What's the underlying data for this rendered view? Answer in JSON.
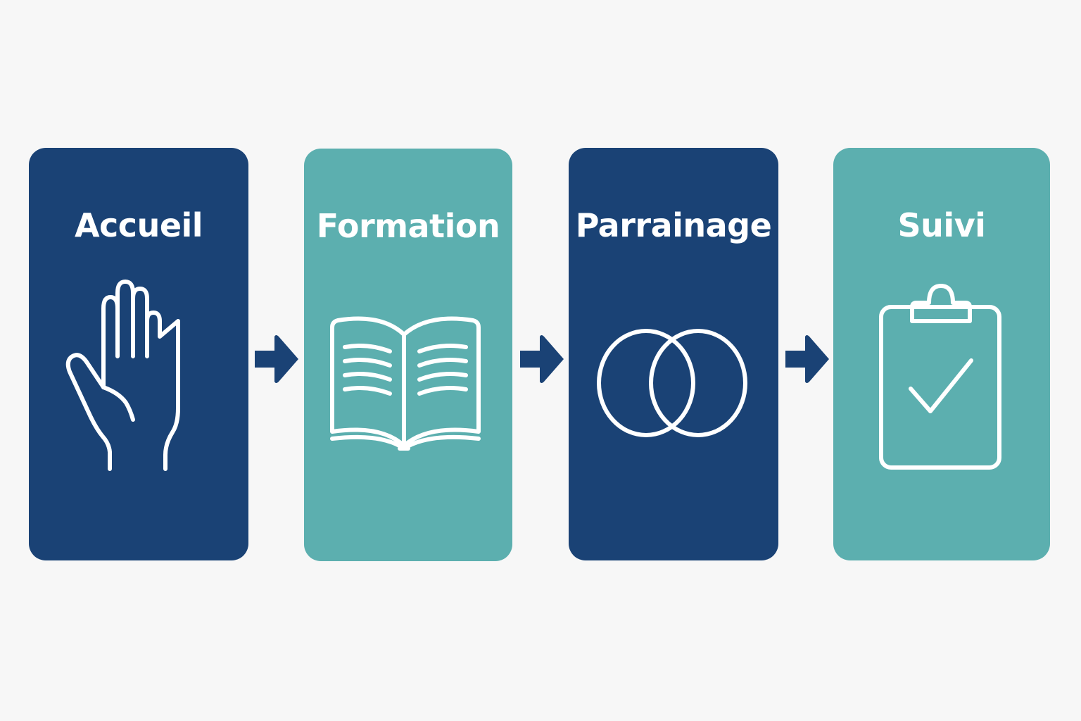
{
  "steps": [
    {
      "label": "Accueil",
      "icon": "raised-hand-icon",
      "color": "#1a4275"
    },
    {
      "label": "Formation",
      "icon": "open-book-icon",
      "color": "#5cafaf"
    },
    {
      "label": "Parrainage",
      "icon": "interlocking-rings-icon",
      "color": "#1a4275"
    },
    {
      "label": "Suivi",
      "icon": "clipboard-check-icon",
      "color": "#5cafaf"
    }
  ],
  "colors": {
    "background": "#f7f7f7",
    "primary": "#1a4275",
    "secondary": "#5cafaf",
    "icon_stroke": "#ffffff"
  },
  "connectors": [
    {
      "icon": "arrow-right-icon"
    },
    {
      "icon": "arrow-right-icon"
    },
    {
      "icon": "arrow-right-icon"
    }
  ]
}
